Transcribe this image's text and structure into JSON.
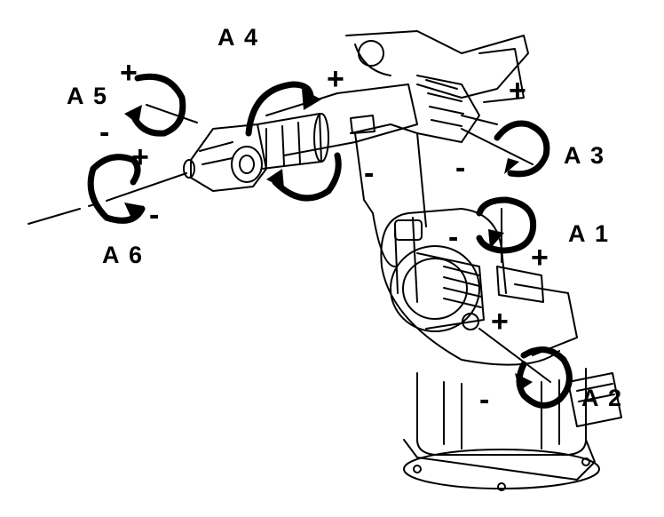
{
  "axes": [
    {
      "id": "A1",
      "label": "A 1",
      "plus": "+",
      "minus": "-"
    },
    {
      "id": "A2",
      "label": "A 2",
      "plus": "+",
      "minus": "-"
    },
    {
      "id": "A3",
      "label": "A 3",
      "plus": "+",
      "minus": "-"
    },
    {
      "id": "A4",
      "label": "A 4",
      "plus": "+",
      "minus": "-"
    },
    {
      "id": "A5",
      "label": "A 5",
      "plus": "+",
      "minus": "-"
    },
    {
      "id": "A6",
      "label": "A 6",
      "plus": "+",
      "minus": "-"
    }
  ],
  "colors": {
    "ink": "#000000",
    "paper": "#ffffff"
  }
}
